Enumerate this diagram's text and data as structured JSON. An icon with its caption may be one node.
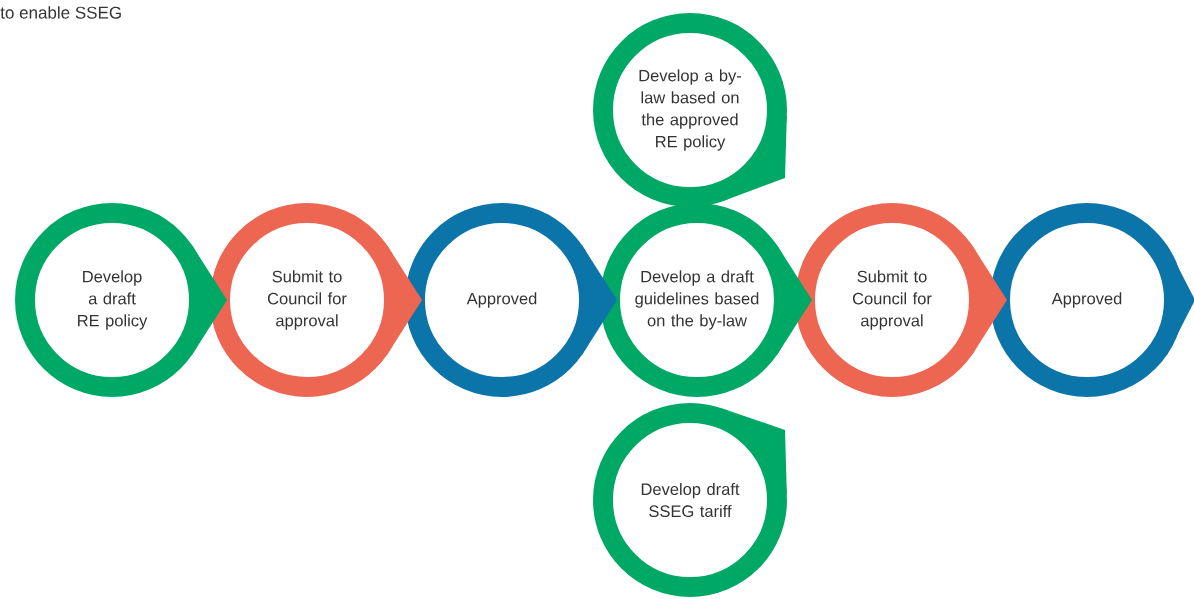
{
  "diagram": {
    "title": "to enable SSEG",
    "nodes": [
      {
        "text": [
          "Develop a draft RE policy"
        ]
      },
      {
        "text": [
          "Submit to Council for approval"
        ]
      },
      {
        "text": [
          "Approved"
        ]
      },
      {
        "text": [
          "Develop a by-law based on the approved RE policy"
        ]
      },
      {
        "text": [
          "Develop a draft guidelines based on the by-law"
        ]
      },
      {
        "text": [
          "Develop draft SSEG tariff"
        ]
      },
      {
        "text": [
          "Submit to Council for approval"
        ]
      },
      {
        "text": [
          "Approved"
        ]
      }
    ],
    "edges": [
      {
        "from": 0,
        "to": 1,
        "arrow": "to",
        "color": "#00a866"
      },
      {
        "from": 1,
        "to": 2,
        "arrow": "to",
        "color": "#ec6651"
      },
      {
        "from": 2,
        "to": 4,
        "arrow": "to",
        "color": "#0b74a8"
      },
      {
        "from": 4,
        "to": 6,
        "arrow": "to",
        "color": "#00a866"
      },
      {
        "from": 6,
        "to": 7,
        "arrow": "to",
        "color": "#ec6651"
      },
      {
        "from": 7,
        "to": null,
        "arrow": "to",
        "color": "#0b74a8"
      }
    ]
  }
}
